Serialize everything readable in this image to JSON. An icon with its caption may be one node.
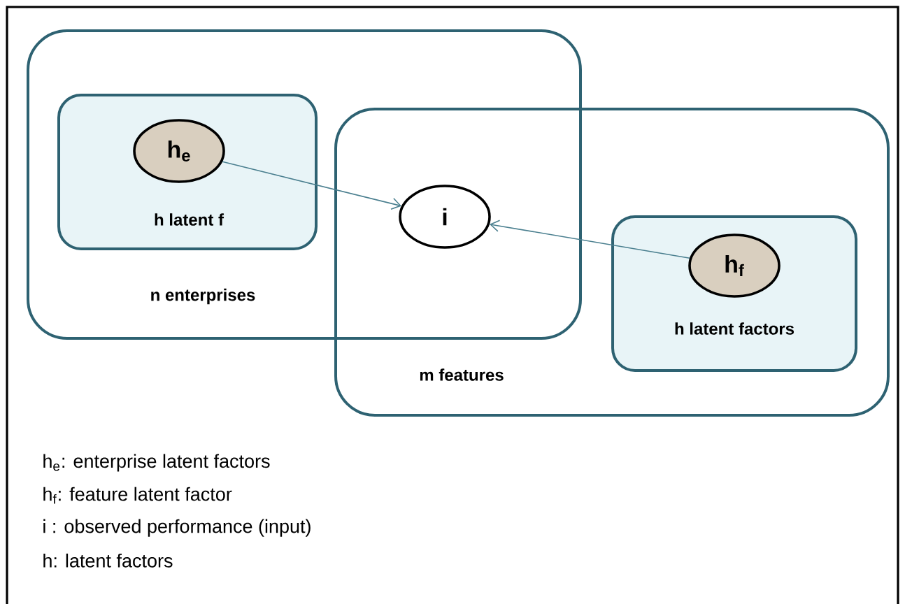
{
  "diagram": {
    "nodes": [
      {
        "text": [
          "n enterprises"
        ]
      },
      {
        "text": [
          "m features"
        ]
      },
      {
        "text": [
          "h latent f"
        ],
        "in": 0
      },
      {
        "text": [
          "h$_{e}$"
        ],
        "in": 2
      },
      {
        "text": [
          "i"
        ]
      },
      {
        "text": [
          "h latent factors"
        ],
        "in": 1
      },
      {
        "text": [
          "h$_{f}$"
        ],
        "in": 5
      }
    ],
    "edges": [
      {
        "from": 3,
        "to": 4,
        "arrow": "to"
      },
      {
        "from": 6,
        "to": 4,
        "arrow": "to"
      }
    ],
    "labels": [
      "h$_{e}$: enterprise latent factors",
      "h$_{f}$: feature latent factor",
      "i : observed performance (input)",
      "h: latent factors"
    ]
  }
}
